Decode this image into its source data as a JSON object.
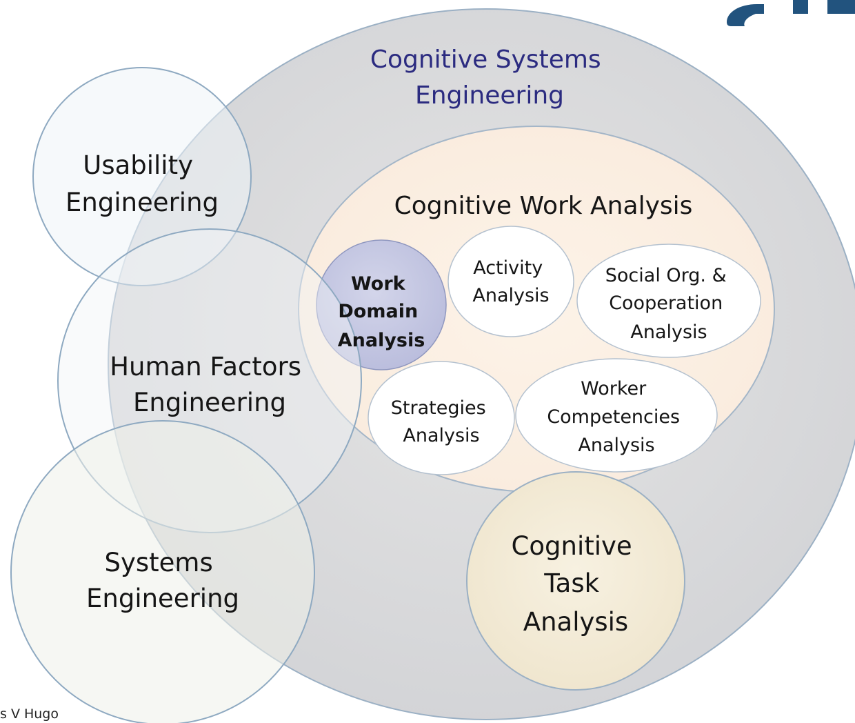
{
  "circles": {
    "cognitive_systems_engineering": [
      "Cognitive Systems",
      "Engineering"
    ],
    "usability_engineering": [
      "Usability",
      "Engineering"
    ],
    "cognitive_work_analysis": [
      "Cognitive Work Analysis"
    ],
    "work_domain_analysis": [
      "Work",
      "Domain",
      "Analysis"
    ],
    "activity_analysis": [
      "Activity",
      "Analysis"
    ],
    "social_org_cooperation_analysis": [
      "Social Org. &",
      "Cooperation",
      "Analysis"
    ],
    "human_factors_engineering": [
      "Human Factors",
      "Engineering"
    ],
    "strategies_analysis": [
      "Strategies",
      "Analysis"
    ],
    "worker_competencies_analysis": [
      "Worker",
      "Competencies",
      "Analysis"
    ],
    "systems_engineering": [
      "Systems",
      "Engineering"
    ],
    "cognitive_task_analysis": [
      "Cognitive",
      "Task",
      "Analysis"
    ]
  },
  "credit": "s V Hugo",
  "colors": {
    "cse_fill": "#dcdcdc",
    "cwa_fill": "#fbefe3",
    "wda_fill": "#c9cbe3",
    "cta_fill": "#f3ecd9",
    "cse_title": "#2b2b80",
    "outline": "#9ab3c9",
    "logo": "#22537e"
  }
}
